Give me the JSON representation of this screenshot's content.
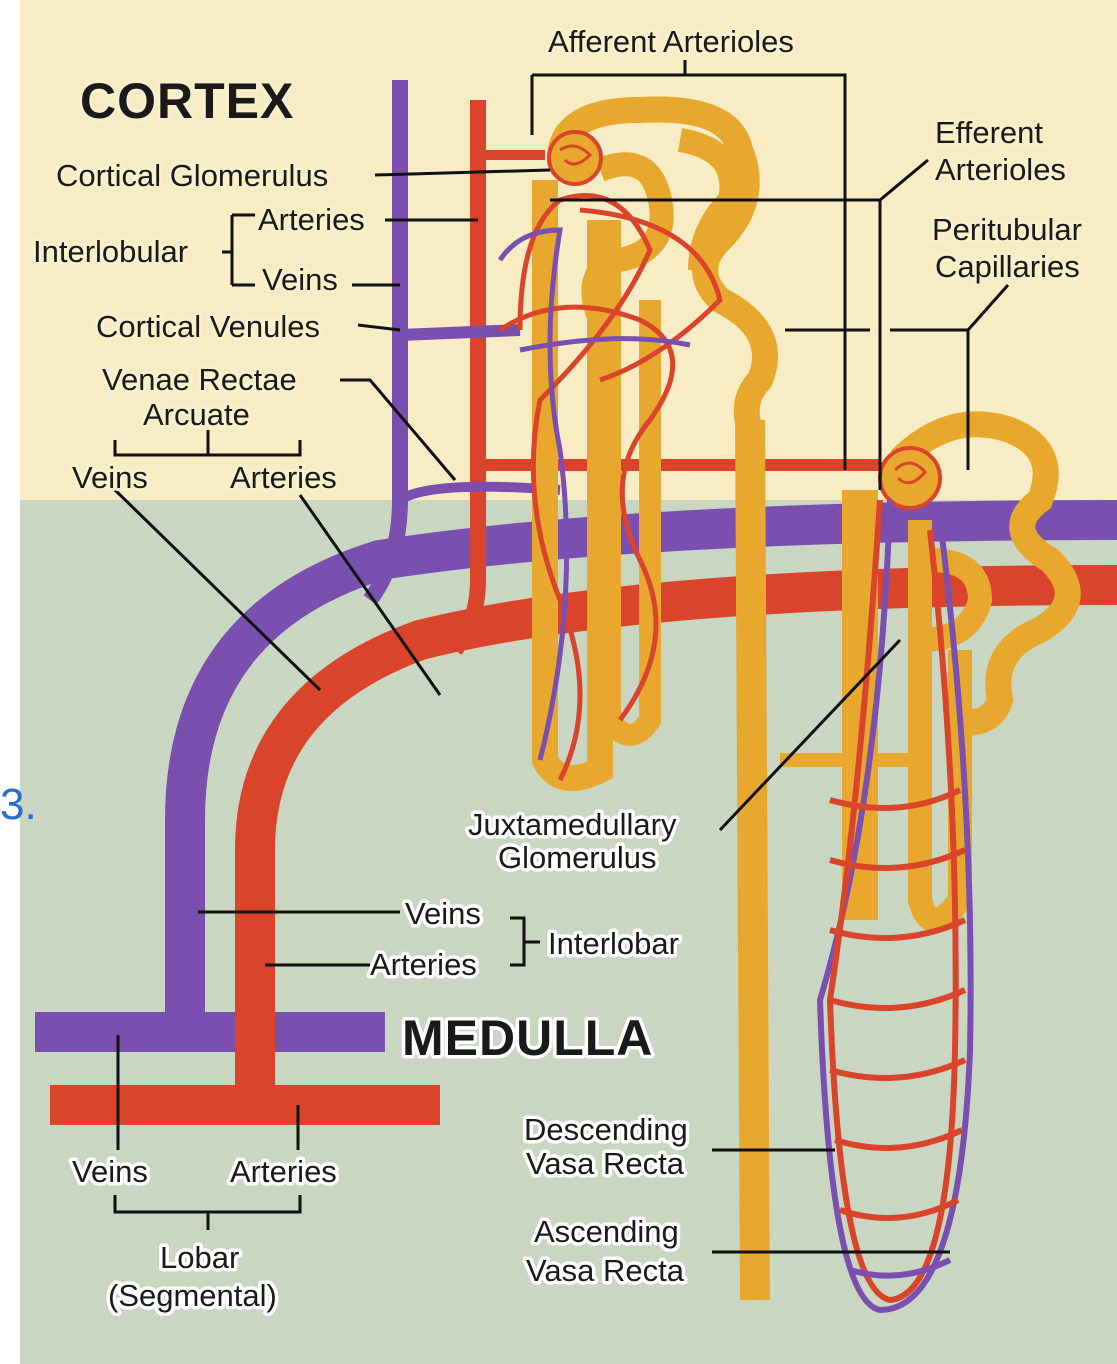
{
  "regions": {
    "cortex": "CORTEX",
    "medulla": "MEDULLA"
  },
  "labels": {
    "afferent_arterioles": "Afferent Arterioles",
    "efferent_arterioles_1": "Efferent",
    "efferent_arterioles_2": "Arterioles",
    "peritubular_capillaries_1": "Peritubular",
    "peritubular_capillaries_2": "Capillaries",
    "cortical_glomerulus": "Cortical Glomerulus",
    "interlobular": "Interlobular",
    "interlobular_arteries": "Arteries",
    "interlobular_veins": "Veins",
    "cortical_venules": "Cortical Venules",
    "venae_rectae": "Venae Rectae",
    "arcuate": "Arcuate",
    "arcuate_veins": "Veins",
    "arcuate_arteries": "Arteries",
    "juxtamedullary_1": "Juxtamedullary",
    "juxtamedullary_2": "Glomerulus",
    "interlobar": "Interlobar",
    "interlobar_veins": "Veins",
    "interlobar_arteries": "Arteries",
    "descending_1": "Descending",
    "descending_2": "Vasa Recta",
    "ascending_1": "Ascending",
    "ascending_2": "Vasa Recta",
    "lobar_veins": "Veins",
    "lobar_arteries": "Arteries",
    "lobar_1": "Lobar",
    "lobar_2": "(Segmental)"
  },
  "page_mark": "3.",
  "colors": {
    "cortex_bg": "#f8ecc4",
    "medulla_bg": "#c8d6c2",
    "vein": "#7a4fb0",
    "artery": "#d9442a",
    "tubule": "#e8a82e",
    "tubule_highlight": "#f7d36b"
  }
}
